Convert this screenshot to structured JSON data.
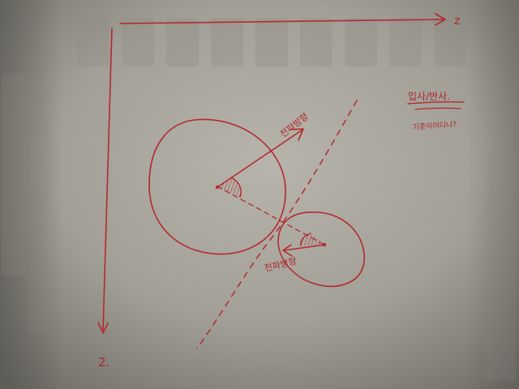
{
  "photo": {
    "subject": "handwritten diagram on paper",
    "ink_color": "#b32a2f",
    "paper_color": "#a9a69d"
  },
  "axes": {
    "horizontal_label": "z",
    "vertical_label": "2."
  },
  "labels": {
    "upper_arrow": "전파방향",
    "lower_arrow": "전파방향",
    "note_title": "입사/반사.",
    "note_sub": "기준이어디냐?"
  }
}
